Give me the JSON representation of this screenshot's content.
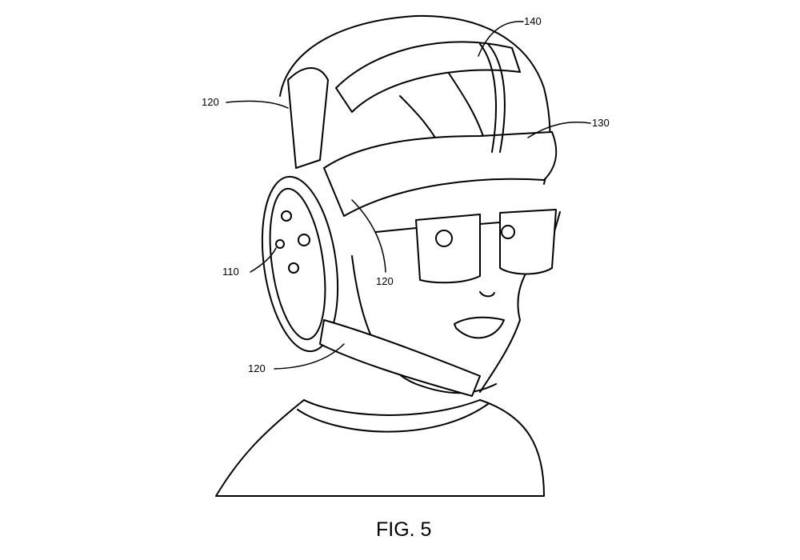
{
  "figure": {
    "caption": "FIG. 5",
    "labels": {
      "headset_strap_top": "140",
      "band_upper_left": "120",
      "rear_band": "130",
      "ear_cup": "110",
      "band_middle": "120",
      "band_lower": "120"
    }
  }
}
